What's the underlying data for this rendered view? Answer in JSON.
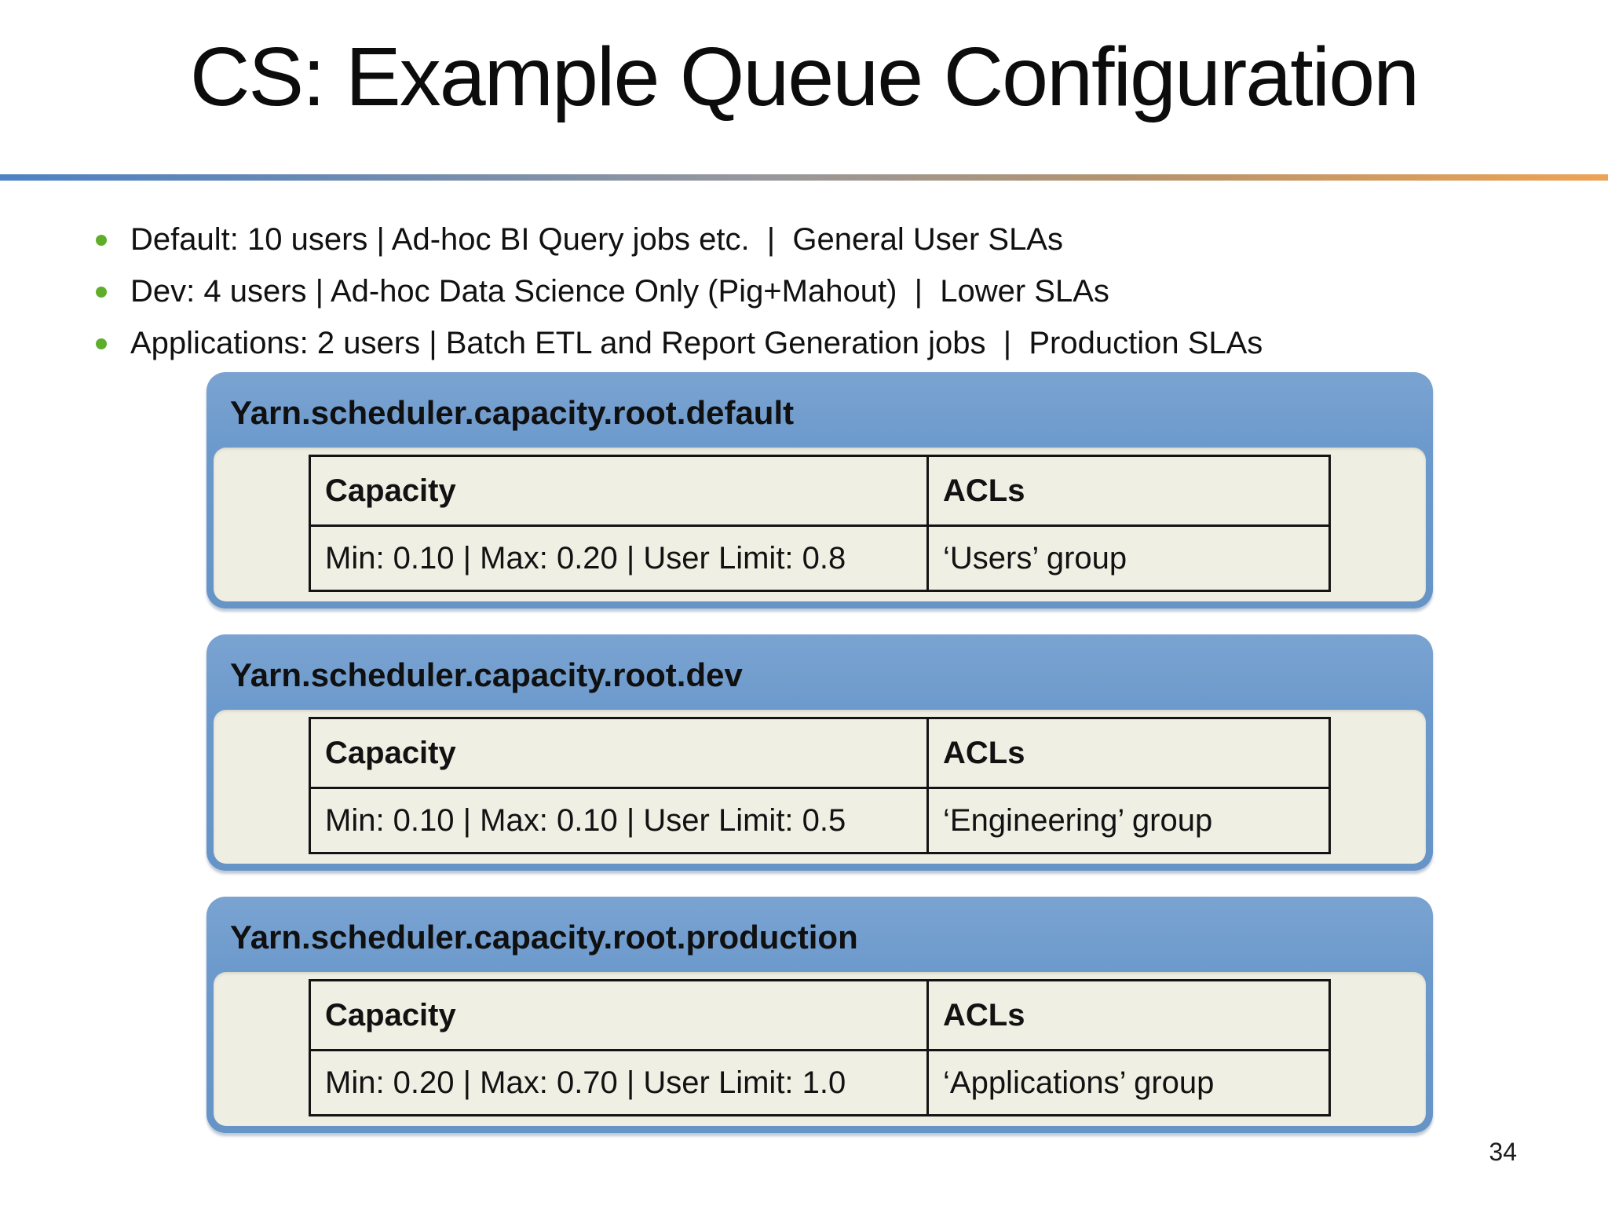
{
  "title": "CS: Example Queue Configuration",
  "bullets": [
    {
      "text": "Default: 10 users | Ad-hoc BI Query jobs etc.  |  General User SLAs"
    },
    {
      "text": "Dev: 4 users | Ad-hoc Data Science Only (Pig+Mahout)  |  Lower SLAs"
    },
    {
      "text": "Applications: 2 users | Batch ETL and Report Generation jobs  |  Production SLAs"
    }
  ],
  "queues": [
    {
      "title": "Yarn.scheduler.capacity.root.default",
      "columns": [
        "Capacity",
        "ACLs"
      ],
      "capacity": "Min: 0.10 | Max: 0.20 | User Limit: 0.8",
      "acl": "‘Users’ group"
    },
    {
      "title": "Yarn.scheduler.capacity.root.dev",
      "columns": [
        "Capacity",
        "ACLs"
      ],
      "capacity": "Min: 0.10 | Max: 0.10 | User Limit: 0.5",
      "acl": "‘Engineering’ group"
    },
    {
      "title": "Yarn.scheduler.capacity.root.production",
      "columns": [
        "Capacity",
        "ACLs"
      ],
      "capacity": "Min: 0.20 | Max: 0.70 | User Limit: 1.0",
      "acl": "‘Applications’ group"
    }
  ],
  "page_number": "34",
  "colors": {
    "card_blue": "#6b99cc",
    "panel_cream": "#eeeee2",
    "bullet_green": "#5fae2b",
    "rule_gradient_left_blue": "#4d82c4",
    "rule_gradient_mid_gray": "#98989b",
    "rule_gradient_right_orange": "#eda355",
    "table_border": "#141414"
  }
}
